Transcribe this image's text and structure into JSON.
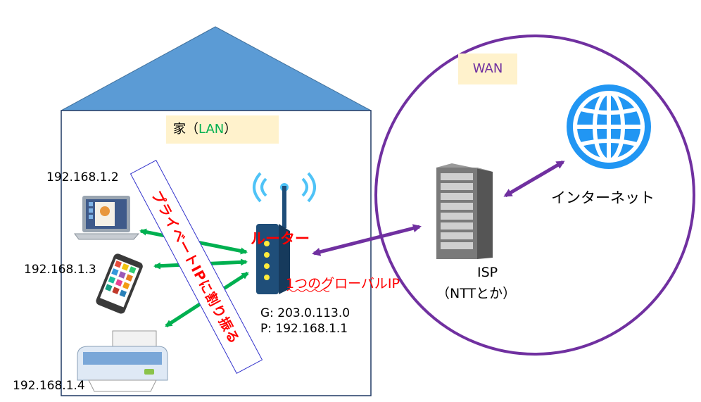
{
  "lan": {
    "title_prefix": "家（",
    "title_lan": "LAN",
    "title_suffix": "）",
    "title_color": "#00b050",
    "banner": "プライベートIPに割り振る",
    "devices": [
      {
        "ip": "192.168.1.2",
        "kind": "laptop"
      },
      {
        "ip": "192.168.1.3",
        "kind": "smartphone"
      },
      {
        "ip": "192.168.1.4",
        "kind": "printer"
      }
    ]
  },
  "router": {
    "label": "ルーター",
    "global_ip_note": "1つのグローバルIP",
    "global_ip": "G: 203.0.113.0",
    "private_ip": "P: 192.168.1.1"
  },
  "wan": {
    "title": "WAN",
    "title_color": "#7030a0",
    "isp_line1": "ISP",
    "isp_line2": "（NTTとか）",
    "internet": "インターネット"
  },
  "colors": {
    "roof": "#5b9bd5",
    "wan_circle": "#7030a0",
    "lan_arrows": "#00b050",
    "wan_arrows": "#7030a0",
    "router_body": "#1f4e79",
    "signal": "#4fc3f7",
    "globe": "#2196f3"
  }
}
